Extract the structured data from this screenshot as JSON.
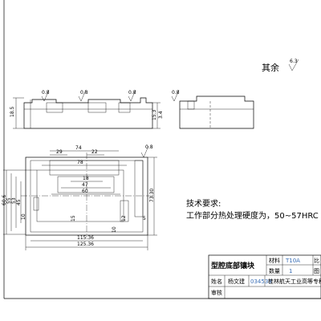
{
  "roughness": {
    "prefix": "其余",
    "value": "6.3"
  },
  "top_view": {
    "finish_marks": [
      "0.8",
      "0.8",
      "0.8"
    ],
    "dims": {
      "height_left": "18.5",
      "height_right_a": "15.3",
      "height_right_b": "3.4"
    }
  },
  "side_view": {
    "finish_mark": "0.8"
  },
  "plan_view": {
    "finish_mark": "0.8",
    "dims": {
      "w74": "74",
      "w29": "29",
      "w22": "22",
      "w78": "78",
      "w18": "18",
      "w47": "47",
      "w60": "60",
      "w5": "5",
      "w115": "115.36",
      "w125": "125.36",
      "h60": "60.6",
      "h55": "55",
      "h53": "53",
      "h45": "45",
      "h10": "10",
      "h15": "15",
      "h12": "12",
      "h73": "73.30",
      "h_small": "10"
    }
  },
  "tech_req": {
    "title": "技术要求:",
    "line1": "工作部分热处理硬度为，50~57HRC"
  },
  "title_block": {
    "part_name": "型腔底部镶块",
    "material_label": "材料",
    "material_value": "T10A",
    "qty_label": "数量",
    "qty_value": "1",
    "ratio_label": "比",
    "drawing_label": "图",
    "designer_label": "姓名",
    "designer_value": "杨文建",
    "student_id": "034539",
    "school": "桂林航天工业高等专科",
    "checker_label": "审核"
  }
}
